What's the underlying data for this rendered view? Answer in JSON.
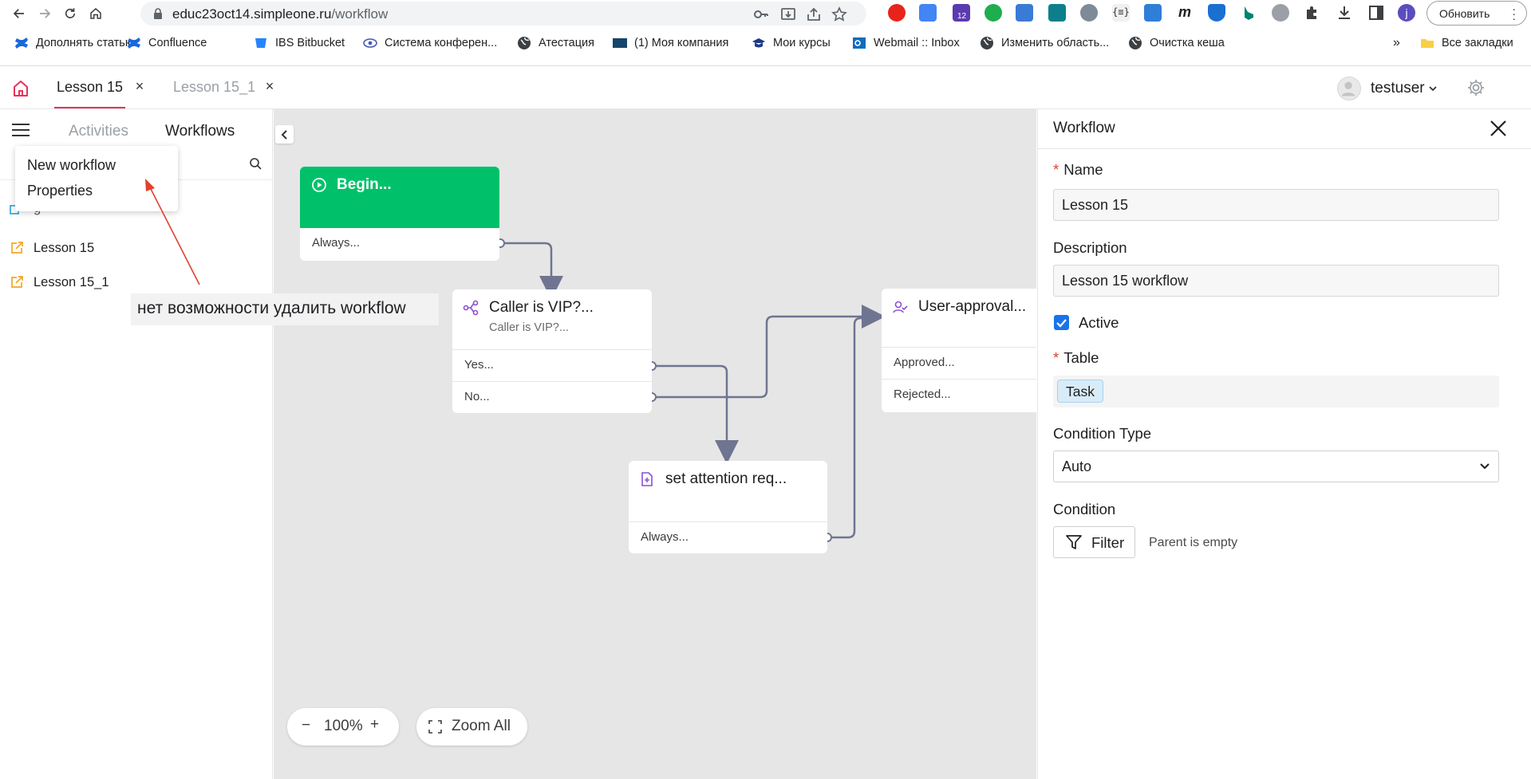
{
  "browser": {
    "url_host": "educ23oct14.simpleone.ru",
    "url_path": "/workflow",
    "update_button": "Обновить",
    "profile_initial": "j",
    "ext_badge": "12",
    "bookmarks": [
      {
        "label": "Дополнять статью",
        "icon": "confluence-icon"
      },
      {
        "label": "Confluence",
        "icon": "confluence-icon"
      },
      {
        "label": "IBS Bitbucket",
        "icon": "bitbucket-icon"
      },
      {
        "label": "Система конферен...",
        "icon": "eye-icon"
      },
      {
        "label": "Атестация",
        "icon": "globe-icon"
      },
      {
        "label": "(1) Моя компания",
        "icon": "ibs-icon"
      },
      {
        "label": "Мои курсы",
        "icon": "cap-icon"
      },
      {
        "label": "Webmail :: Inbox",
        "icon": "outlook-icon"
      },
      {
        "label": "Изменить область...",
        "icon": "globe-icon"
      },
      {
        "label": "Очистка кеша",
        "icon": "globe-icon"
      }
    ],
    "overflow": "»",
    "all_bookmarks": "Все закладки"
  },
  "app": {
    "tabs": [
      {
        "label": "Lesson 15",
        "active": true
      },
      {
        "label": "Lesson 15_1",
        "active": false
      }
    ],
    "username": "testuser"
  },
  "left_panel": {
    "tabs": [
      "Activities",
      "Workflows"
    ],
    "menu": [
      "New workflow",
      "Properties"
    ],
    "items": [
      "Lesson 15",
      "Lesson 15_1"
    ],
    "hidden_item_fragment": "g"
  },
  "annotation": "нет возможности удалить workflow",
  "canvas": {
    "nodes": {
      "begin": {
        "title": "Begin...",
        "rows": [
          "Always..."
        ]
      },
      "caller": {
        "title": "Caller is VIP?...",
        "subtitle": "Caller is VIP?...",
        "rows": [
          "Yes...",
          "No..."
        ]
      },
      "user_approval": {
        "title": "User-approval...",
        "rows": [
          "Approved...",
          "Rejected..."
        ]
      },
      "set_attention": {
        "title": "set attention req...",
        "rows": [
          "Always..."
        ]
      }
    },
    "zoom": {
      "value": "100%",
      "minus": "−",
      "plus": "+"
    },
    "zoom_all": "Zoom All"
  },
  "properties": {
    "title": "Workflow",
    "name_label": "Name",
    "name_value": "Lesson 15",
    "description_label": "Description",
    "description_value": "Lesson 15  workflow",
    "active_label": "Active",
    "active_checked": true,
    "table_label": "Table",
    "table_value": "Task",
    "condition_type_label": "Condition Type",
    "condition_type_value": "Auto",
    "condition_label": "Condition",
    "filter_label": "Filter",
    "filter_note": "Parent is empty"
  },
  "colors": {
    "accent": "#e8315b",
    "begin_node": "#00c16a",
    "connector": "#6f7590",
    "checkbox": "#1a73e8",
    "arrow": "#e0412f"
  }
}
